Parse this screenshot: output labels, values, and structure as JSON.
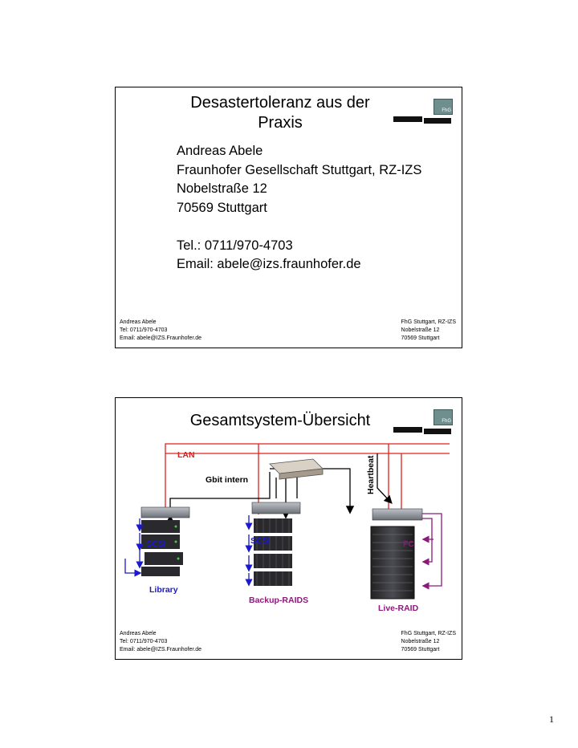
{
  "slide1": {
    "title_line1": "Desastertoleranz aus der",
    "title_line2": "Praxis",
    "body_lines": [
      "Andreas Abele",
      "Fraunhofer Gesellschaft Stuttgart, RZ-IZS",
      "Nobelstraße 12",
      "70569 Stuttgart",
      "",
      "Tel.: 0711/970-4703",
      "Email: abele@izs.fraunhofer.de"
    ]
  },
  "footer": {
    "left": [
      "Andreas Abele",
      "Tel: 0711/970-4703",
      "Email: abele@IZS.Fraunhofer.de"
    ],
    "right": [
      "FhG Stuttgart, RZ-IZS",
      "Nobelstraße 12",
      "70569 Stuttgart"
    ]
  },
  "logo": {
    "box_text": "FhG"
  },
  "slide2": {
    "title": "Gesamtsystem-Übersicht",
    "labels": {
      "lan": "LAN",
      "gbit": "Gbit intern",
      "heartbeat": "Heartbeat",
      "scsi_left": "SCSI",
      "scsi_mid": "SCSI",
      "fc": "FC",
      "library": "Library",
      "backup_raids": "Backup-RAIDS",
      "live_raid": "Live-RAID"
    },
    "colors": {
      "lan": "#e02020",
      "scsi": "#1a1acc",
      "fc": "#8b1a7a",
      "label_blue": "#1a1acc",
      "label_purple": "#8b1a7a"
    }
  },
  "page_number": "1"
}
